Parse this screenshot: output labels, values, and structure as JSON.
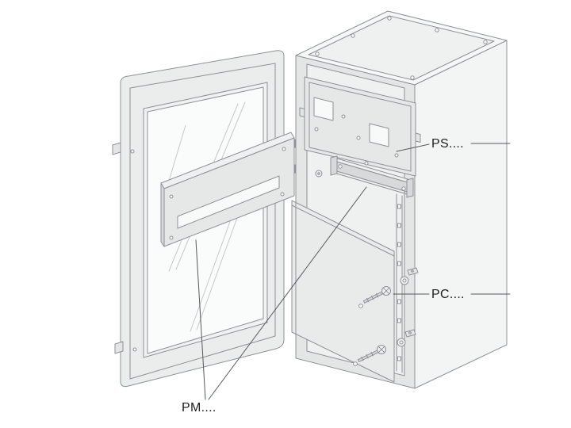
{
  "figure": {
    "labels": {
      "ps": "PS....",
      "pc": "PC....",
      "pm": "PM...."
    },
    "colors": {
      "bg": "#ffffff",
      "line": "#8e9296",
      "leader": "#55595c",
      "label": "#1d1d1d",
      "refl": "#c6c9cb",
      "side": "#f3f4f4",
      "top": "#f6f7f7",
      "lid": "#eff0f0",
      "frame": "#e4e5e5",
      "interior": "#eff0f0",
      "panel": "#e6e7e7",
      "hole": "#f8f9f9",
      "rail": "#d8d9da",
      "door": "#ebecec",
      "window": "#f0f1f1",
      "glass": "#fafbfb",
      "plate": "#e9eaea"
    }
  }
}
